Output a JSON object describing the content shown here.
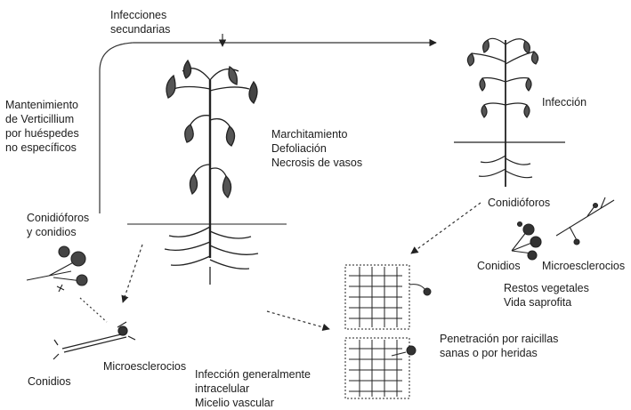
{
  "labels": {
    "secondary_infections": "Infecciones\nsecundarias",
    "maintenance": "Mantenimiento\nde Verticillium\npor huéspedes\nno específicos",
    "wilting": "Marchitamiento\nDefoliación\nNecrosis de vasos",
    "infection": "Infección",
    "conidiophores_right": "Conidióforos",
    "conidiophores_left": "Conidióforos\ny conidios",
    "conidia_right": "Conidios",
    "microsclerotia_right": "Microesclerocios",
    "plant_debris": "Restos vegetales\nVida saprofita",
    "penetration": "Penetración por raicillas\nsanas o por heridas",
    "microsclerotia_left": "Microesclerocios",
    "conidia_left": "Conidios",
    "general_infection": "Infección generalmente\nintracelular\nMicelio vascular"
  },
  "colors": {
    "ink": "#1c1c1c",
    "background": "#ffffff"
  }
}
